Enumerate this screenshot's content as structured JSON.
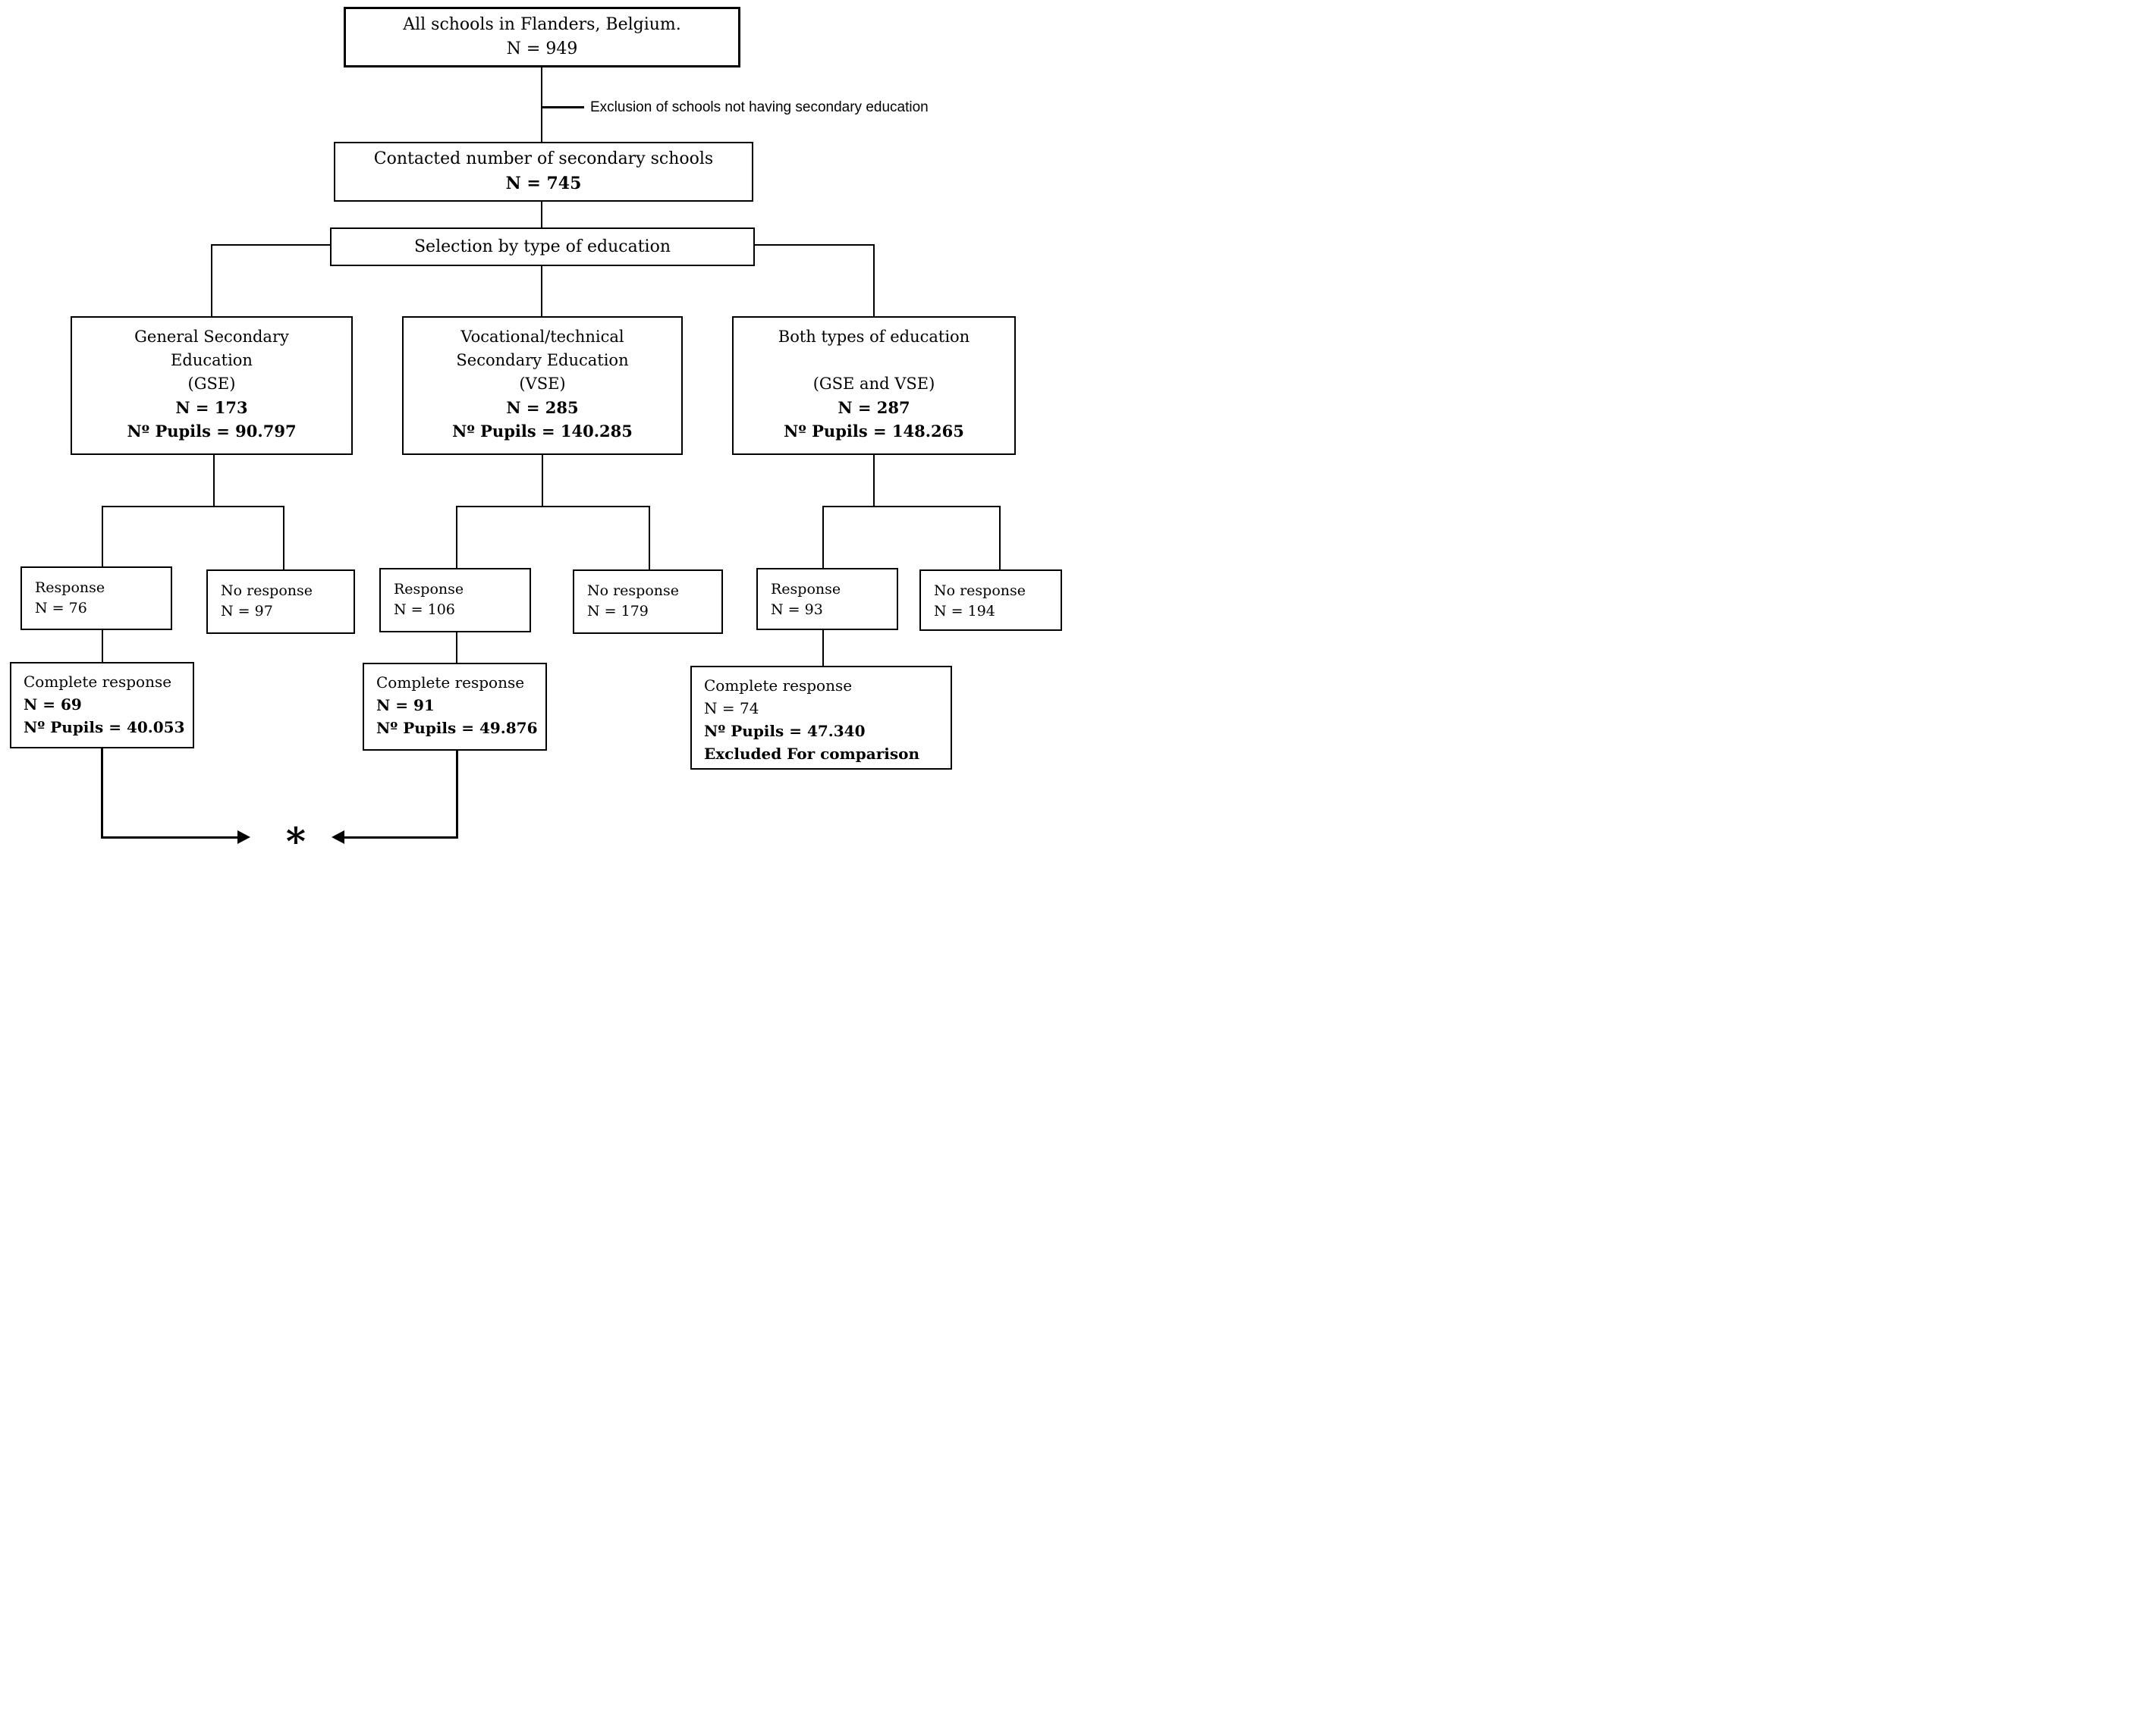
{
  "boxes": {
    "all_schools": {
      "lines": [
        "All schools in Flanders, Belgium.",
        "N = 949"
      ]
    },
    "contacted": {
      "lines": [
        "Contacted number of secondary schools",
        "N = 745"
      ]
    },
    "selection": {
      "lines": [
        "Selection by type of education"
      ]
    },
    "gse": {
      "lines": [
        "General Secondary",
        "Education",
        "(GSE)",
        "N = 173",
        "Nº Pupils = 90.797"
      ]
    },
    "vse": {
      "lines": [
        "Vocational/technical",
        "Secondary Education",
        "(VSE)",
        "N = 285",
        "Nº Pupils = 140.285"
      ]
    },
    "both": {
      "lines": [
        "Both types of education",
        "",
        "(GSE and VSE)",
        "N = 287",
        "Nº Pupils = 148.265"
      ]
    },
    "gse_response": {
      "lines": [
        "Response",
        "N = 76"
      ]
    },
    "gse_no_response": {
      "lines": [
        "No response",
        "N = 97"
      ]
    },
    "vse_response": {
      "lines": [
        "Response",
        "N = 106"
      ]
    },
    "vse_no_response": {
      "lines": [
        "No response",
        "N = 179"
      ]
    },
    "both_response": {
      "lines": [
        "Response",
        "N = 93"
      ]
    },
    "both_no_response": {
      "lines": [
        "No response",
        "N = 194"
      ]
    },
    "gse_complete": {
      "lines": [
        "Complete response",
        "N = 69",
        "Nº Pupils = 40.053"
      ]
    },
    "vse_complete": {
      "lines": [
        "Complete response",
        "N = 91",
        "Nº Pupils = 49.876"
      ]
    },
    "both_complete": {
      "lines": [
        "Complete response",
        "N = 74",
        "Nº Pupils = 47.340",
        "Excluded For comparison"
      ]
    }
  },
  "annotations": {
    "exclusion_note": "Exclusion of schools not having secondary education",
    "asterisk": "*"
  },
  "colors": {
    "line": "#000000",
    "box_border": "#000000",
    "background": "#ffffff",
    "text": "#000000"
  }
}
